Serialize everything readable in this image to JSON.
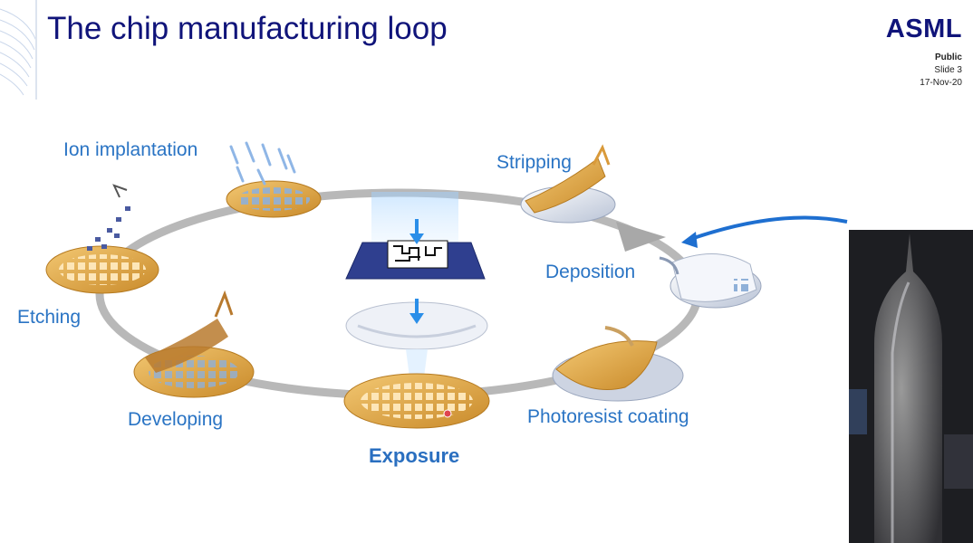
{
  "slide": {
    "title": "The chip manufacturing loop",
    "logo": "ASML",
    "classification": "Public",
    "slide_number": "Slide 3",
    "date": "17-Nov-20"
  },
  "steps": [
    {
      "id": "ion-implantation",
      "label": "Ion implantation"
    },
    {
      "id": "stripping",
      "label": "Stripping"
    },
    {
      "id": "deposition",
      "label": "Deposition"
    },
    {
      "id": "photoresist-coating",
      "label": "Photoresist coating"
    },
    {
      "id": "exposure",
      "label": "Exposure"
    },
    {
      "id": "developing",
      "label": "Developing"
    },
    {
      "id": "etching",
      "label": "Etching"
    }
  ],
  "colors": {
    "title": "#10147a",
    "label": "#2a74c4",
    "loop": "#b8b8b8",
    "wafer": "#e3a848",
    "wafer_dark": "#c88a2a",
    "arrow_blue": "#1e6fd0"
  },
  "photo": {
    "alt": "silicon ingot photograph"
  }
}
